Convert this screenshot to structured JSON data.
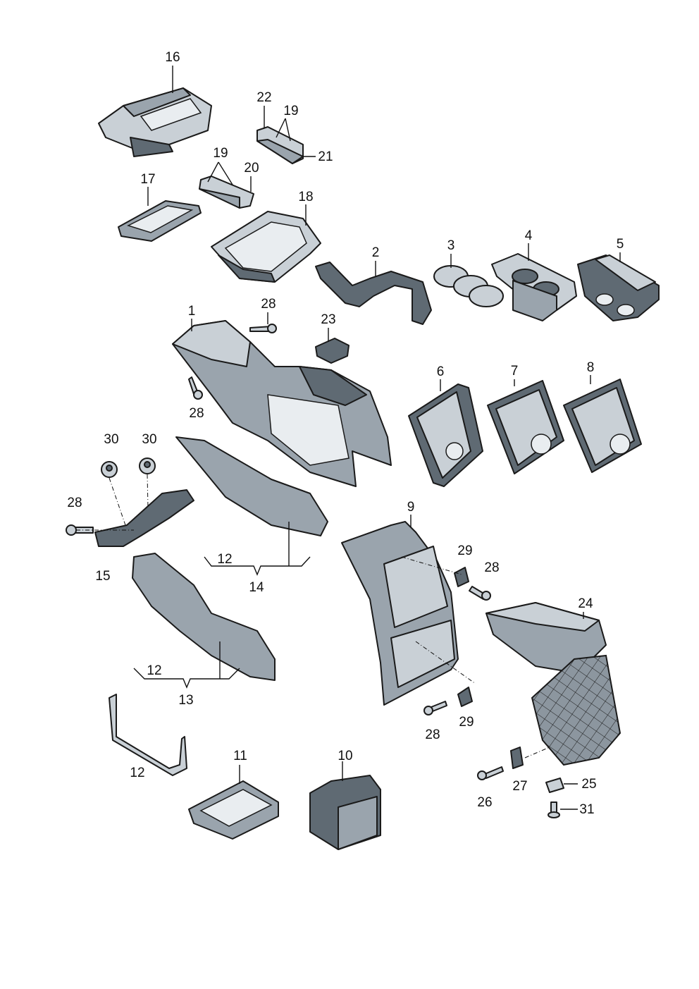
{
  "callouts": {
    "c1": "1",
    "c2": "2",
    "c3": "3",
    "c4": "4",
    "c5": "5",
    "c6": "6",
    "c7": "7",
    "c8": "8",
    "c9": "9",
    "c10": "10",
    "c11": "11",
    "c12a": "12",
    "c12b": "12",
    "c12c": "12",
    "c13": "13",
    "c14": "14",
    "c15": "15",
    "c16": "16",
    "c17": "17",
    "c18": "18",
    "c19a": "19",
    "c19b": "19",
    "c20": "20",
    "c21": "21",
    "c22": "22",
    "c23": "23",
    "c24": "24",
    "c25": "25",
    "c26": "26",
    "c27": "27",
    "c28a": "28",
    "c28b": "28",
    "c28c": "28",
    "c28d": "28",
    "c28e": "28",
    "c29a": "29",
    "c29b": "29",
    "c30a": "30",
    "c30b": "30",
    "c31": "31"
  },
  "colors": {
    "part_mid": "#9aa4ad",
    "part_dark": "#5f6a73",
    "part_light": "#c9d0d6",
    "outline": "#1a1a1a"
  }
}
